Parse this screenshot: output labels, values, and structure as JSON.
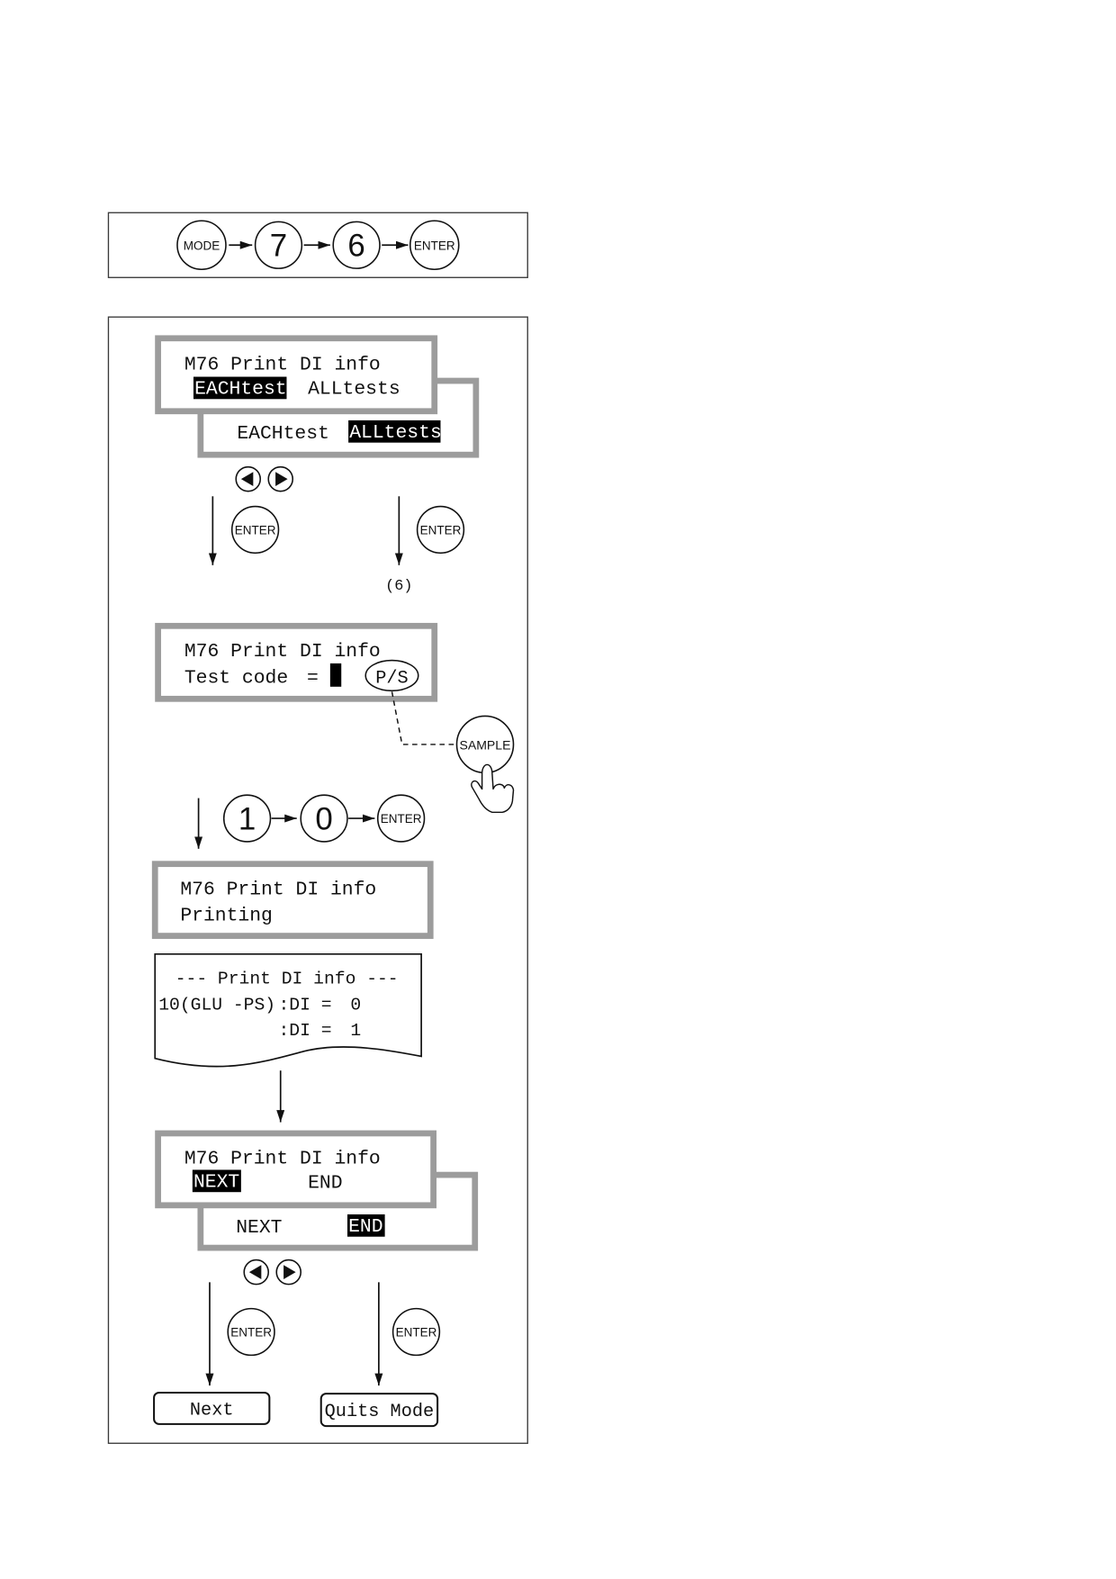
{
  "top_sequence": {
    "keys": [
      "MODE",
      "7",
      "6",
      "ENTER"
    ]
  },
  "screen_select_test": {
    "title": "M76 Print DI info",
    "options": [
      "EACHtest",
      "ALLtests"
    ]
  },
  "keys": {
    "enter": "ENTER",
    "sample": "SAMPLE"
  },
  "branch_right_label": "(6)",
  "screen_test_code": {
    "title": "M76 Print DI info",
    "prompt": "Test code",
    "equals": "=",
    "ps_label": "P/S"
  },
  "code_sequence": {
    "keys": [
      "1",
      "0",
      "ENTER"
    ]
  },
  "screen_printing": {
    "title": "M76 Print DI info",
    "status": "Printing"
  },
  "printout": {
    "title": "--- Print DI info ---",
    "test_label": "10(GLU -PS)",
    "rows": [
      {
        "label": ":DI =",
        "value": "0"
      },
      {
        "label": ":DI =",
        "value": "1"
      }
    ]
  },
  "screen_next_end": {
    "title": "M76 Print DI info",
    "options": [
      "NEXT",
      "END"
    ]
  },
  "results": {
    "next": "Next",
    "quit": "Quits Mode"
  },
  "icons": {
    "arrow_keys": "left-right-arrow-keys-icon",
    "hand": "pointing-hand-icon"
  },
  "colors": {
    "lcd_border": "#9c9c9c",
    "highlight": "#000000"
  }
}
